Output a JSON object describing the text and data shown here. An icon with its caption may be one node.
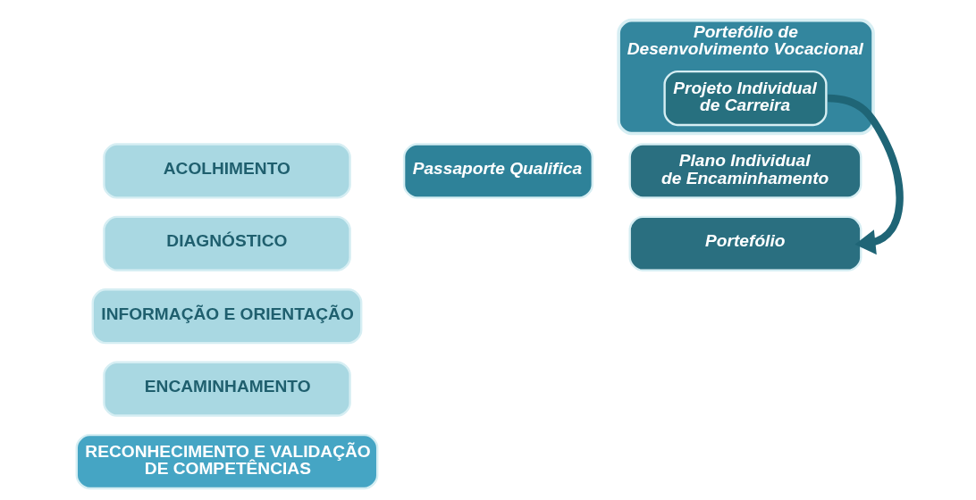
{
  "diagram": {
    "nodes": [
      {
        "text": [
          "ACOLHIMENTO"
        ]
      },
      {
        "text": [
          "DIAGNÓSTICO"
        ]
      },
      {
        "text": [
          "INFORMAÇÃO E ORIENTAÇÃO"
        ]
      },
      {
        "text": [
          "ENCAMINHAMENTO"
        ]
      },
      {
        "text": [
          "RECONHECIMENTO E VALIDAÇÃO DE COMPETÊNCIAS"
        ]
      },
      {
        "text": [
          "Passaporte Qualifica"
        ]
      },
      {
        "text": [
          "Portefólio de Desenvolvimento Vocacional"
        ]
      },
      {
        "text": [
          "Projeto Individual de Carreira"
        ],
        "in": 6
      },
      {
        "text": [
          "Plano Individual de Encaminhamento"
        ]
      },
      {
        "text": [
          "Portefólio"
        ]
      }
    ],
    "edges": [
      {
        "from": 7,
        "to": 9,
        "arrow": "to"
      }
    ]
  }
}
